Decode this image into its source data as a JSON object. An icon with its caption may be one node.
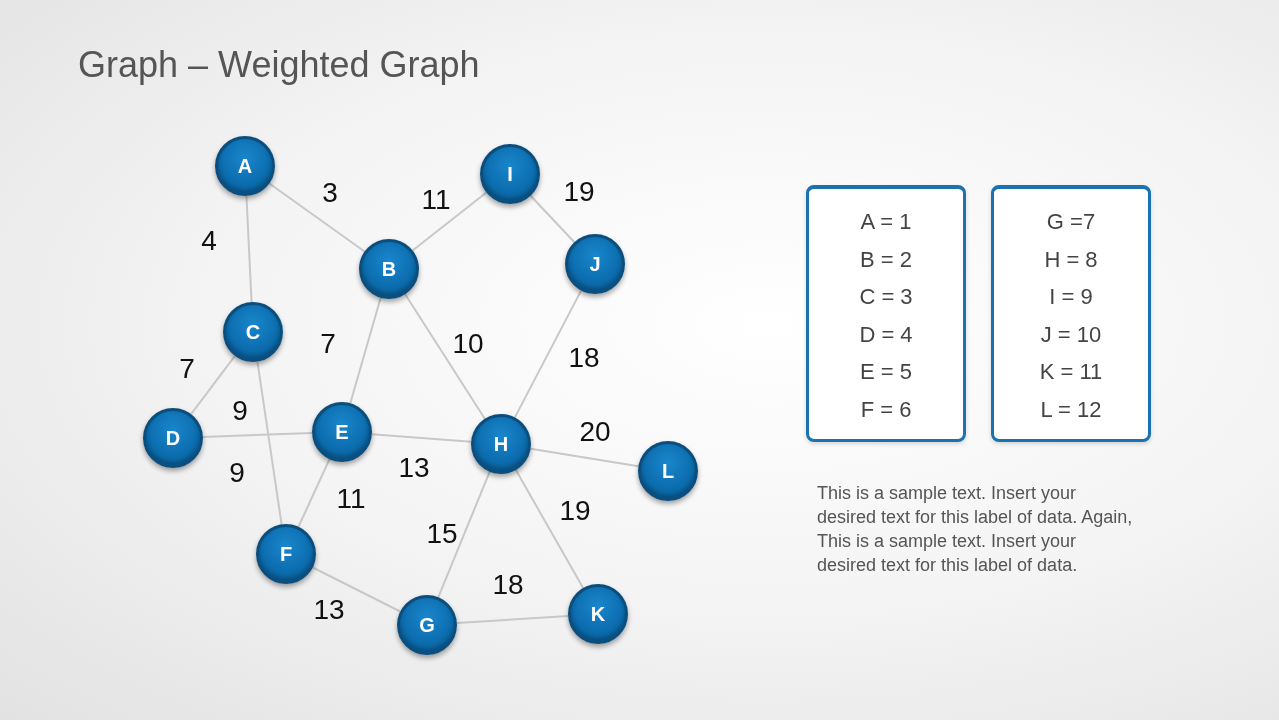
{
  "diagram": {
    "title": "Graph – Weighted Graph",
    "nodes": [
      {
        "text": [
          "A"
        ]
      },
      {
        "text": [
          "B"
        ]
      },
      {
        "text": [
          "C"
        ]
      },
      {
        "text": [
          "D"
        ]
      },
      {
        "text": [
          "E"
        ]
      },
      {
        "text": [
          "F"
        ]
      },
      {
        "text": [
          "G"
        ]
      },
      {
        "text": [
          "H"
        ]
      },
      {
        "text": [
          "I"
        ]
      },
      {
        "text": [
          "J"
        ]
      },
      {
        "text": [
          "K"
        ]
      },
      {
        "text": [
          "L"
        ]
      },
      {
        "text": [
          "A = 1",
          "B = 2",
          "C = 3",
          "D = 4",
          "E = 5",
          "F = 6"
        ]
      },
      {
        "text": [
          "G =7",
          "H = 8",
          "I = 9",
          "J = 10",
          "K = 11",
          "L = 12"
        ]
      }
    ],
    "edges": [
      {
        "from": 0,
        "to": 1,
        "arrow": "none",
        "label": "3"
      },
      {
        "from": 0,
        "to": 2,
        "arrow": "none",
        "label": "4"
      },
      {
        "from": 1,
        "to": 8,
        "arrow": "none",
        "label": "11"
      },
      {
        "from": 8,
        "to": 9,
        "arrow": "none",
        "label": "19"
      },
      {
        "from": 1,
        "to": 4,
        "arrow": "none",
        "label": "7"
      },
      {
        "from": 1,
        "to": 7,
        "arrow": "none",
        "label": "10"
      },
      {
        "from": 9,
        "to": 7,
        "arrow": "none",
        "label": "18"
      },
      {
        "from": 2,
        "to": 3,
        "arrow": "none",
        "label": "7"
      },
      {
        "from": 3,
        "to": 4,
        "arrow": "none",
        "label": "9"
      },
      {
        "from": 2,
        "to": 5,
        "arrow": "none",
        "label": "9"
      },
      {
        "from": 4,
        "to": 7,
        "arrow": "none",
        "label": "13"
      },
      {
        "from": 4,
        "to": 5,
        "arrow": "none",
        "label": "11"
      },
      {
        "from": 7,
        "to": 11,
        "arrow": "none",
        "label": "20"
      },
      {
        "from": 7,
        "to": 6,
        "arrow": "none",
        "label": "15"
      },
      {
        "from": 7,
        "to": 10,
        "arrow": "none",
        "label": "19"
      },
      {
        "from": 5,
        "to": 6,
        "arrow": "none",
        "label": "13"
      },
      {
        "from": 6,
        "to": 10,
        "arrow": "none",
        "label": "18"
      }
    ],
    "labels": [
      "This is a sample text. Insert your desired text for this label of data. Again, This is a sample text. Insert your desired text for this label of data."
    ]
  }
}
